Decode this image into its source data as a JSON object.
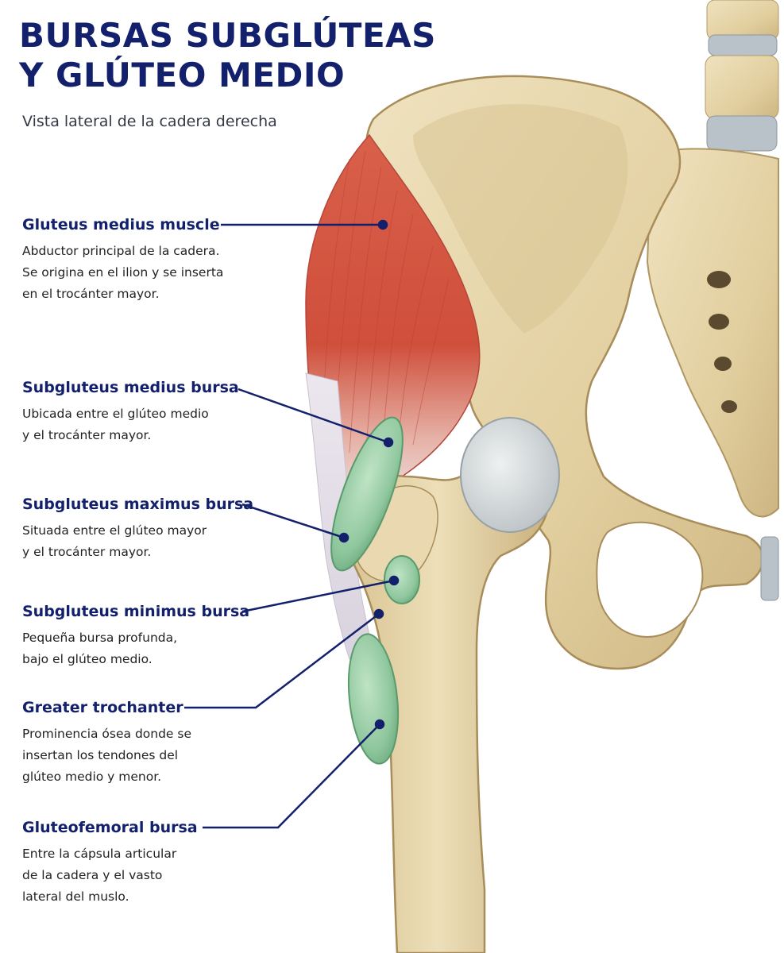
{
  "title": {
    "line1": "BURSAS SUBGLÚTEAS",
    "line2": "Y GLÚTEO MEDIO"
  },
  "subtitle": "Vista lateral de la cadera derecha",
  "labels": [
    {
      "name": "Gluteus medius muscle",
      "desc": [
        "Abductor principal de la cadera.",
        "Se origina en el ilion y se inserta",
        "en el trocánter mayor."
      ]
    },
    {
      "name": "Subgluteus medius bursa",
      "desc": [
        "Ubicada entre el glúteo medio",
        "y el trocánter mayor."
      ]
    },
    {
      "name": "Subgluteus maximus bursa",
      "desc": [
        "Situada entre el glúteo mayor",
        "y el trocánter mayor."
      ]
    },
    {
      "name": "Subgluteus minimus bursa",
      "desc": [
        "Pequeña bursa profunda,",
        "bajo el glúteo medio."
      ]
    },
    {
      "name": "Greater trochanter",
      "desc": [
        "Prominencia ósea donde se",
        "insertan los tendones del",
        "glúteo medio y menor."
      ]
    },
    {
      "name": "Gluteofemoral bursa",
      "desc": [
        "Entre la cápsula articular",
        "de la cadera y el vasto",
        "lateral del muslo."
      ]
    }
  ],
  "colors": {
    "title": "#13206b",
    "leader_line": "#13206b",
    "bone": "#e6d5ac",
    "muscle": "#d2583f",
    "bursa": "#8fc79d",
    "cartilage": "#c9d1d6"
  }
}
